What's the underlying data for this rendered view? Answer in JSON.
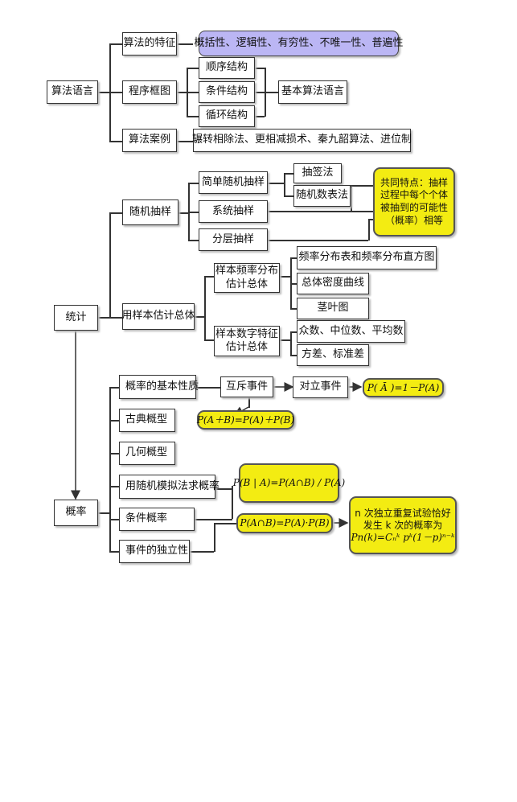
{
  "algorithm": {
    "root": "算法语言",
    "features": "算法的特征",
    "features_detail": "概括性、逻辑性、有穷性、不唯一性、普遍性",
    "flowchart": "程序框图",
    "structures": [
      "顺序结构",
      "条件结构",
      "循环结构"
    ],
    "basic_language": "基本算法语言",
    "cases": "算法案例",
    "cases_detail": "辗转相除法、更相减损术、秦九韶算法、进位制"
  },
  "statistics": {
    "root": "统计",
    "random_sampling": "随机抽样",
    "simple_random": "简单随机抽样",
    "lottery": "抽签法",
    "random_table": "随机数表法",
    "systematic": "系统抽样",
    "stratified": "分层抽样",
    "common_feature": [
      "共同特点：抽样",
      "过程中每个个体",
      "被抽到的可能性",
      "（概率）相等"
    ],
    "estimate": "用样本估计总体",
    "freq_dist": [
      "样本频率分布",
      "估计总体"
    ],
    "freq_items": [
      "频率分布表和频率分布直方图",
      "总体密度曲线",
      "茎叶图"
    ],
    "numeric": [
      "样本数字特征",
      "估计总体"
    ],
    "numeric_items": [
      "众数、中位数、平均数",
      "方差、标准差"
    ]
  },
  "probability": {
    "root": "概率",
    "basic_props": "概率的基本性质",
    "mutually_exclusive": "互斥事件",
    "complementary": "对立事件",
    "formula_complement": "P( Ā )=1－P(A)",
    "formula_union": "P(A＋B)=P(A)＋P(B)",
    "classical": "古典概型",
    "geometric": "几何概型",
    "simulation": "用随机模拟法求概率",
    "conditional": "条件概率",
    "formula_conditional": "P(B | A)=P(A∩B) / P(A)",
    "independence": "事件的独立性",
    "formula_independent": "P(A∩B)=P(A)·P(B)",
    "bernoulli_text": [
      "n 次独立重复试验恰好",
      "发生 k 次的概率为"
    ],
    "bernoulli_formula": "Pn(k)=Cₙᵏ pᵏ(1－p)ⁿ⁻ᵏ"
  }
}
